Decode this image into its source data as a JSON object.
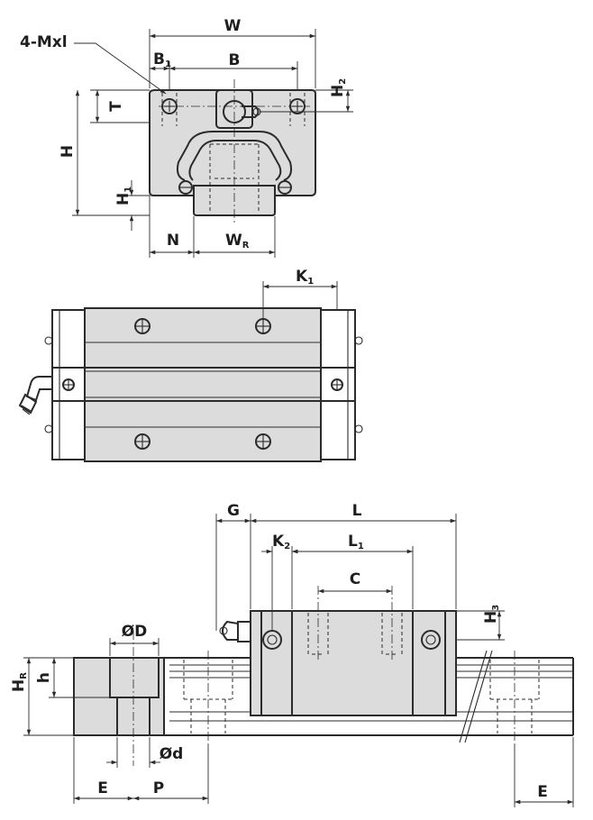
{
  "labels": {
    "W": "W",
    "B": "B",
    "B1": "B",
    "B1_sub": "1",
    "mxl": "4-Mxl",
    "T": "T",
    "H": "H",
    "H1": "H",
    "H1_sub": "1",
    "H2": "H",
    "H2_sub": "2",
    "N": "N",
    "WR": "W",
    "WR_sub": "R",
    "K1": "K",
    "K1_sub": "1",
    "G": "G",
    "L": "L",
    "K2": "K",
    "K2_sub": "2",
    "L1": "L",
    "L1_sub": "1",
    "C": "C",
    "H3": "H",
    "H3_sub": "3",
    "D": "ØD",
    "h": "h",
    "HR": "H",
    "HR_sub": "R",
    "d": "Ød",
    "E_left": "E",
    "P": "P",
    "E_right": "E"
  }
}
